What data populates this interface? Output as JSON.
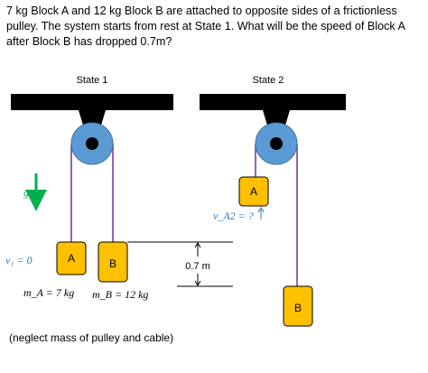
{
  "problem": {
    "text": "7 kg Block A and 12 kg Block B are attached to opposite sides of a frictionless pulley. The system starts from rest at State 1.  What will be the speed of Block A after Block B has dropped 0.7m?"
  },
  "state1": {
    "title": "State 1",
    "block_a_label": "A",
    "block_b_label": "B",
    "v1_label": "v₁ = 0",
    "mass_a_label": "m_A = 7 kg",
    "mass_b_label": "m_B = 12 kg"
  },
  "state2": {
    "title": "State 2",
    "block_a_label": "A",
    "block_b_label": "B",
    "va2_label": "v_A2 = ?"
  },
  "gravity_label": "g",
  "drop_label": "0.7 m",
  "note": "(neglect mass of pulley and cable)",
  "colors": {
    "ceiling": "#000000",
    "pulley": "#5b9bd5",
    "pulley_edge": "#41719c",
    "rope": "#7030a0",
    "block_fill": "#ffc000",
    "block_edge": "#000000",
    "gravity": "#00b050",
    "velocity": "#2e75b6"
  }
}
